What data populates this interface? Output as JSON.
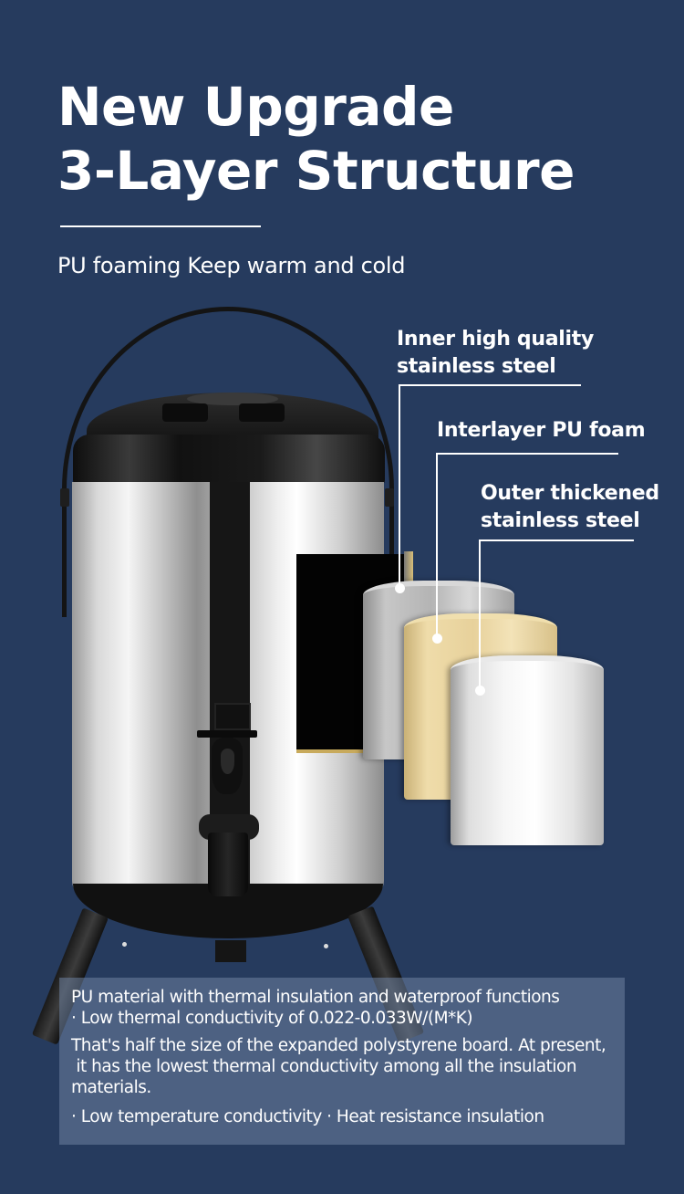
{
  "colors": {
    "background": "#263b5e",
    "text": "#ffffff",
    "info_box": "rgba(110,130,160,0.55)",
    "foam_layer": "#e7d19b",
    "steel_layer": "#d9d9d9"
  },
  "header": {
    "title_line1": "New Upgrade",
    "title_line2": "3-Layer Structure",
    "subtitle": "PU foaming Keep warm and cold"
  },
  "callouts": [
    {
      "line1": "Inner high quality",
      "line2": "stainless steel"
    },
    {
      "line1": "Interlayer PU foam"
    },
    {
      "line1": "Outer thickened",
      "line2": "stainless steel"
    }
  ],
  "product": {
    "name": "insulated stainless steel beverage dispenser barrel",
    "icon": "barrel-dispenser-illustration"
  },
  "info": {
    "line1": "PU material with thermal insulation and waterproof functions",
    "line2": "· Low thermal conductivity of 0.022-0.033W/(M*K)",
    "line3": "That's half the size of the expanded polystyrene board. At present,",
    "line4": " it has the lowest thermal conductivity among all the insulation",
    "line5": "materials.",
    "line6": "· Low temperature conductivity · Heat resistance insulation"
  }
}
